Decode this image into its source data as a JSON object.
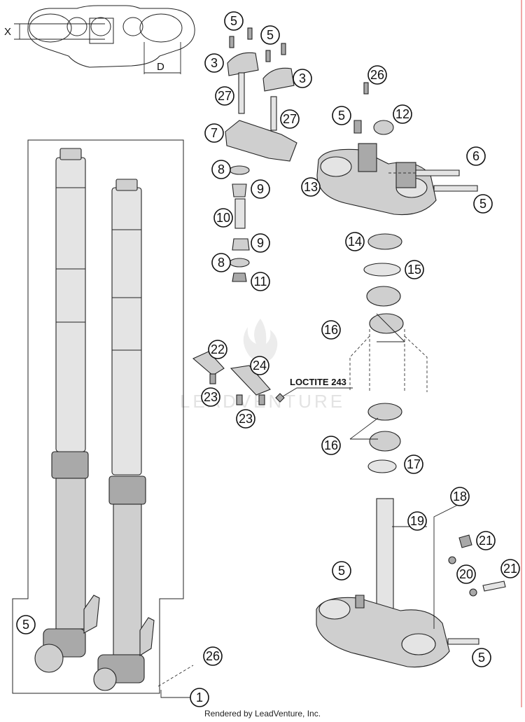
{
  "dimension_labels": {
    "x": "X",
    "d": "D"
  },
  "annotation": "LOCTITE 243",
  "watermark": "LEADVENTURE",
  "footer": "Rendered by LeadVenture, Inc.",
  "callouts": {
    "c1": "1",
    "c3a": "3",
    "c3b": "3",
    "c5a": "5",
    "c5b": "5",
    "c5c": "5",
    "c5d": "5",
    "c5e": "5",
    "c5f": "5",
    "c5g": "5",
    "c6": "6",
    "c7": "7",
    "c8a": "8",
    "c8b": "8",
    "c9a": "9",
    "c9b": "9",
    "c10": "10",
    "c11": "11",
    "c12": "12",
    "c13": "13",
    "c14": "14",
    "c15": "15",
    "c16a": "16",
    "c16b": "16",
    "c17": "17",
    "c18": "18",
    "c19": "19",
    "c20": "20",
    "c21a": "21",
    "c21b": "21",
    "c22": "22",
    "c23a": "23",
    "c23b": "23",
    "c24": "24",
    "c26a": "26",
    "c26b": "26",
    "c27a": "27",
    "c27b": "27"
  }
}
